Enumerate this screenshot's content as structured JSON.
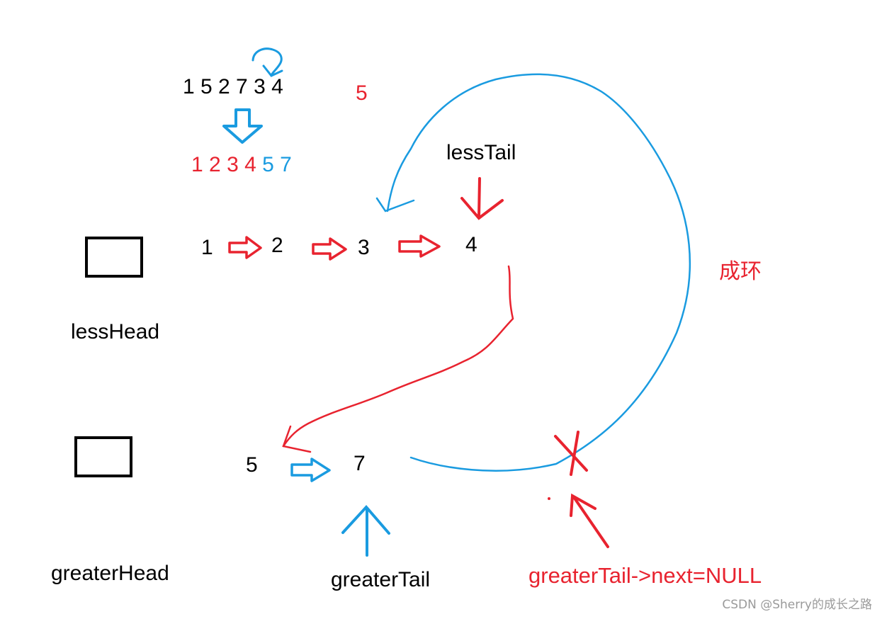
{
  "colors": {
    "red": "#e8232f",
    "blue": "#1a9be0",
    "black": "#000000"
  },
  "input_sequence": "1 5 2 7 3 4",
  "pivot": "5",
  "output_sequence": {
    "less_part": [
      "1",
      "2",
      "3",
      "4"
    ],
    "greater_part": [
      "5",
      "7"
    ]
  },
  "less_list": {
    "head_label": "lessHead",
    "nodes": [
      "1",
      "2",
      "3",
      "4"
    ],
    "tail_label": "lessTail"
  },
  "greater_list": {
    "head_label": "greaterHead",
    "nodes": [
      "5",
      "7"
    ],
    "tail_label": "greaterTail"
  },
  "annotations": {
    "cycle_label": "成环",
    "fix_label": "greaterTail->next=NULL"
  },
  "watermark": "CSDN @Sherry的成长之路",
  "icons": [
    "down-arrow-icon",
    "hollow-right-arrow-icon",
    "pointer-arrow-icon",
    "cross-mark-icon",
    "loop-arrow-icon"
  ]
}
